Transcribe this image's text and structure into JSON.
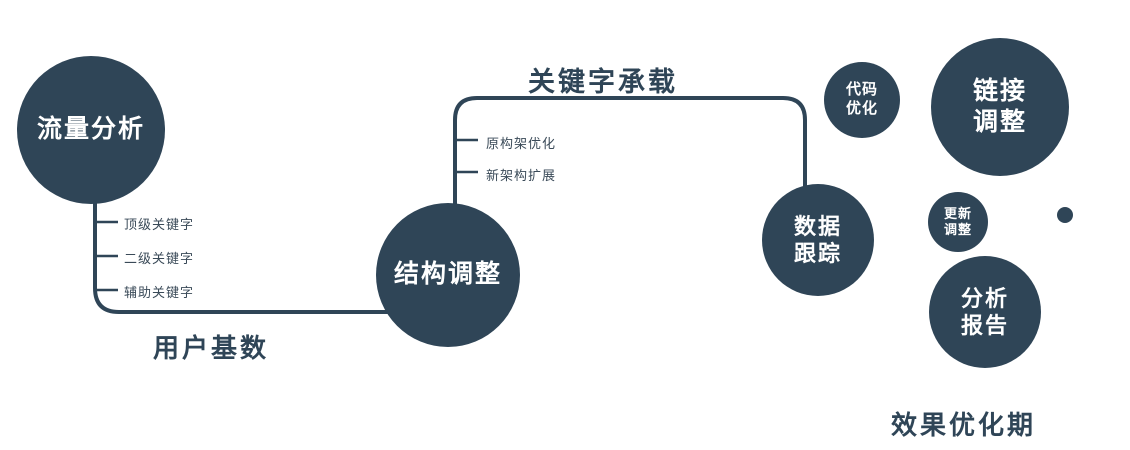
{
  "colors": {
    "primary": "#2f4557",
    "background": "#ffffff",
    "node_text": "#ffffff"
  },
  "nodes": {
    "traffic": {
      "label": "流量分析"
    },
    "structure": {
      "label": "结构调整"
    },
    "tracking": {
      "line1": "数据",
      "line2": "跟踪"
    },
    "code": {
      "line1": "代码",
      "line2": "优化"
    },
    "link": {
      "line1": "链接",
      "line2": "调整"
    },
    "update": {
      "line1": "更新",
      "line2": "调整"
    },
    "report": {
      "line1": "分析",
      "line2": "报告"
    }
  },
  "edges": {
    "user_base_label": "用户基数",
    "keyword_label": "关键字承载",
    "ticks_left": [
      "顶级关键字",
      "二级关键字",
      "辅助关键字"
    ],
    "ticks_mid": [
      "原构架优化",
      "新架构扩展"
    ]
  },
  "footer": {
    "label": "效果优化期"
  }
}
